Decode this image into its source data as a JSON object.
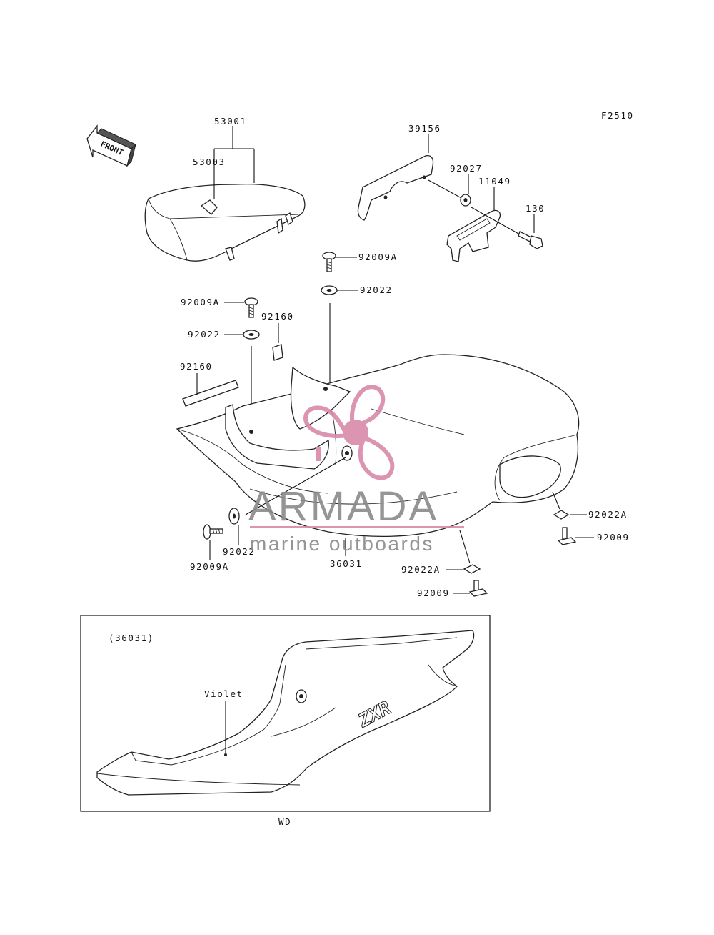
{
  "diagram_code": "F2510",
  "front_label": "FRONT",
  "parts": {
    "p53001": "53001",
    "p53003": "53003",
    "p39156": "39156",
    "p92027": "92027",
    "p11049": "11049",
    "p130": "130",
    "p92009A_top": "92009A",
    "p92022_top": "92022",
    "p92009A_left": "92009A",
    "p92160_small": "92160",
    "p92022_left": "92022",
    "p92160_strip": "92160",
    "p92022A_right": "92022A",
    "p92009_right": "92009",
    "p92009A_bottom": "92009A",
    "p92022_bottom": "92022",
    "p36031": "36031",
    "p92022A_bottom": "92022A",
    "p92009_bottom": "92009"
  },
  "inset": {
    "ref": "(36031)",
    "color_label": "Violet",
    "emblem": "ZXR",
    "model_code": "WD"
  },
  "watermark": {
    "brand": "ARMADA",
    "tagline": "marine outboards",
    "colors": {
      "logo": "#d88aa8",
      "text": "#8a8a8a"
    }
  }
}
